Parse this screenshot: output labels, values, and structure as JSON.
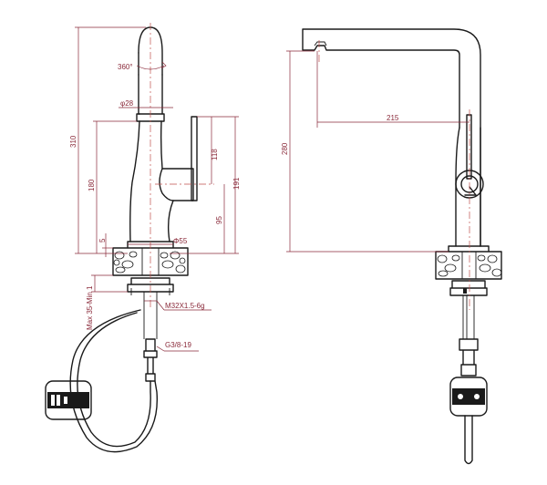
{
  "colors": {
    "outline": "#1a1a1a",
    "dimension": "#8a2a3a",
    "centerline": "#c0504d"
  },
  "side_view": {
    "rotation": "360°",
    "spout_diameter": "φ28",
    "overall_height": "310",
    "lever_height": "180",
    "lever_offset": "118",
    "body_height": "191",
    "handle_height": "95",
    "base_thickness": "5",
    "base_diameter": "Φ55",
    "max_min_thickness": "Max 35-Min 1",
    "thread_spec": "M32X1.5-6g",
    "hose_connection": "G3/8-19"
  },
  "front_view": {
    "reach": "215",
    "spout_height": "280"
  }
}
